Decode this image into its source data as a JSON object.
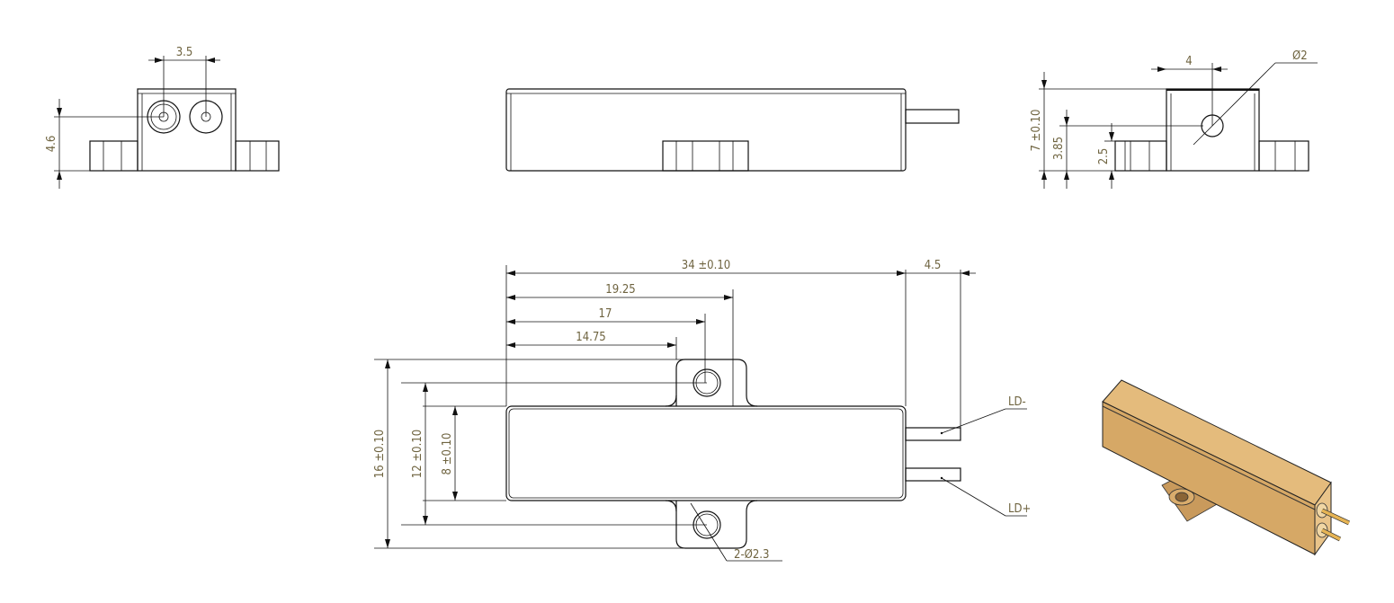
{
  "front_view": {
    "width_between_holes": "3.5",
    "hole_height": "4.6"
  },
  "side_view": {
    "hole_offset": "4",
    "hole_diameter": "Ø2",
    "height": "7 ±0.10",
    "hole_center_height": "3.85",
    "flange_height": "2.5"
  },
  "top_view": {
    "length": "34 ±0.10",
    "pin_length": "4.5",
    "tab_right": "19.25",
    "hole_center": "17",
    "tab_left": "14.75",
    "overall_width": "16 ±0.10",
    "hole_spacing": "12 ±0.10",
    "body_width": "8 ±0.10",
    "mount_holes": "2-Ø2.3",
    "pin_negative": "LD-",
    "pin_positive": "LD+"
  },
  "colors": {
    "line": "#111111",
    "dim_text": "#6f6440",
    "body_gold": "#e2b878"
  }
}
